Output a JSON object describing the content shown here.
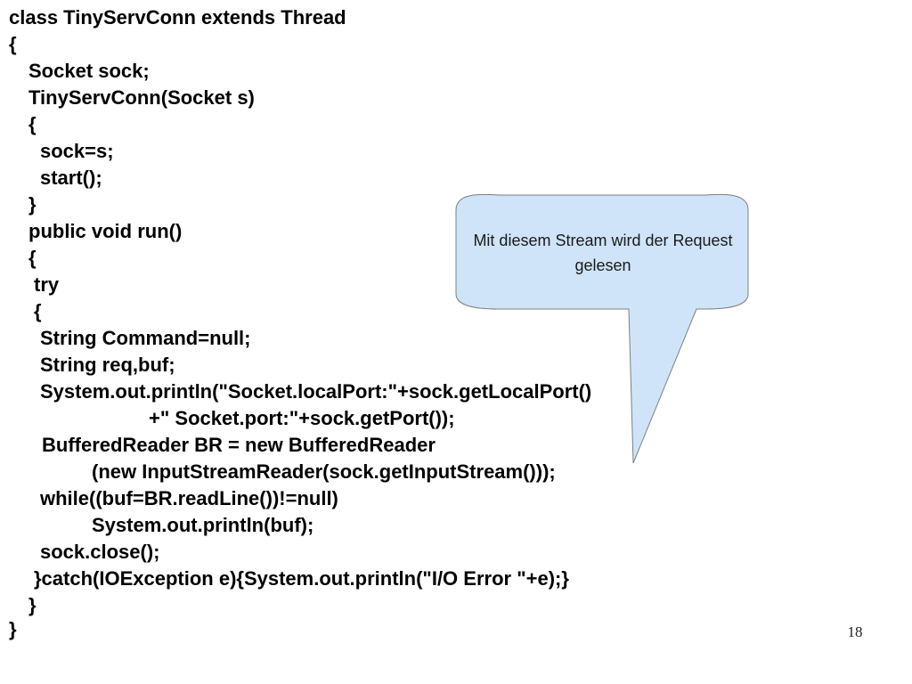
{
  "code": {
    "lines": [
      "class TinyServConn extends Thread",
      "{",
      "Socket sock;",
      "TinyServConn(Socket s)",
      "{",
      "sock=s;",
      "start();",
      "}",
      "public void run()",
      "{",
      "try",
      "{",
      "String Command=null;",
      "String req,buf;",
      "System.out.println(\"Socket.localPort:\"+sock.getLocalPort()",
      "+\" Socket.port:\"+sock.getPort());",
      "BufferedReader BR = new BufferedReader",
      "(new InputStreamReader(sock.getInputStream()));",
      "while((buf=BR.readLine())!=null)",
      "System.out.println(buf);",
      "sock.close();",
      "}catch(IOException e){System.out.println(\"I/O Error \"+e);}",
      "}",
      "}"
    ]
  },
  "callout": {
    "text": "Mit diesem Stream wird der Request gelesen",
    "fill_color": "#cfe4f8",
    "stroke_color": "#7f7f7f"
  },
  "slide_number": "18"
}
